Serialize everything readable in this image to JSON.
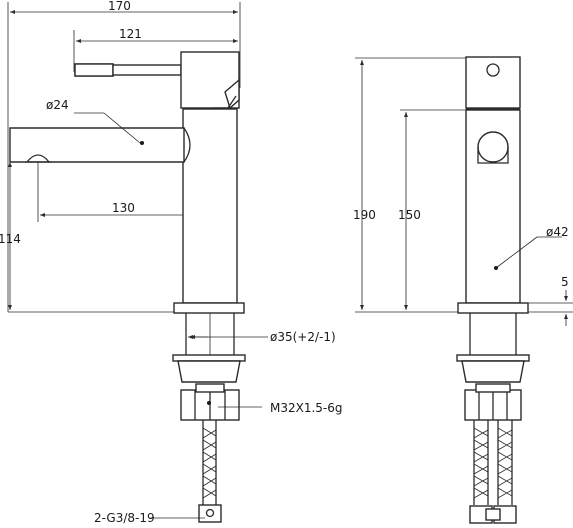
{
  "dimensions": {
    "overall_length": "170",
    "lever_length": "121",
    "spout_diameter": "ø24",
    "spout_reach": "130",
    "spout_height": "114",
    "total_height": "190",
    "body_height": "150",
    "body_diameter": "ø42",
    "base_height": "5",
    "mount_hole": "ø35(+2/-1)",
    "thread": "M32X1.5-6g",
    "connection": "2-G3/8-19"
  },
  "colors": {
    "line": "#2b2b2b",
    "background": "#ffffff"
  }
}
